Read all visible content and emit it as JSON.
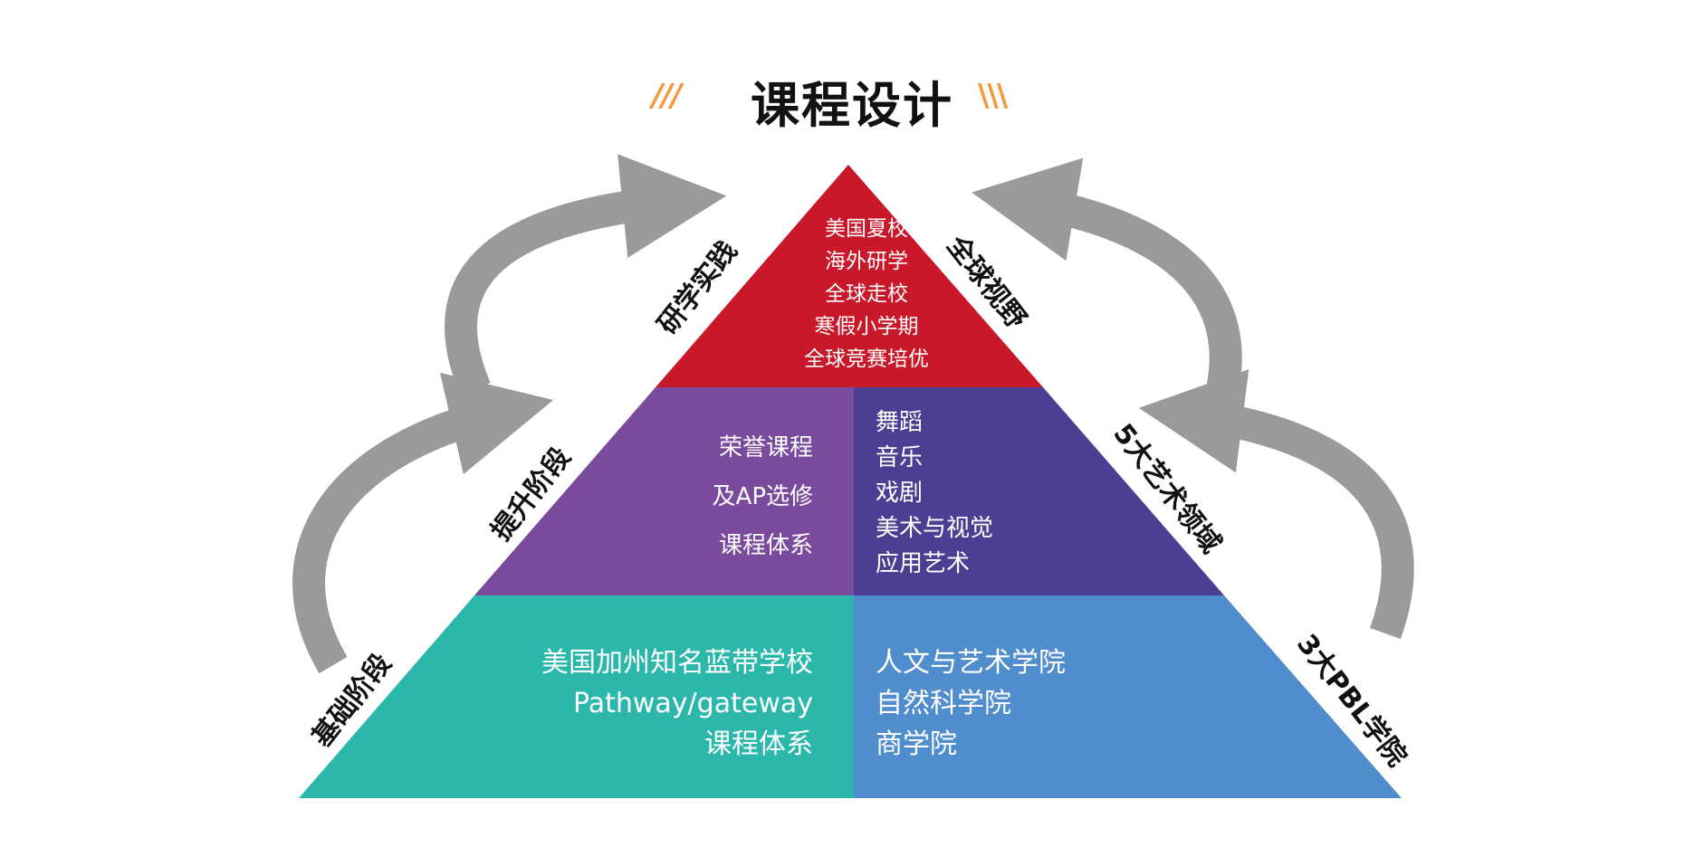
{
  "title": "课程设计",
  "decor": {
    "left_slashes": "///",
    "right_slashes": "\\\\\\"
  },
  "colors": {
    "top": "#c8182a",
    "middle_left": "#7a4a9c",
    "middle_right": "#4b3f94",
    "bottom_left": "#2bb7aa",
    "bottom_right": "#508dcc",
    "arrow": "#9a9a9a",
    "accent": "#f39a3c"
  },
  "pyramid": {
    "top": {
      "lines": [
        "美国夏校",
        "海外研学",
        "全球走校",
        "寒假小学期",
        "全球竞赛培优"
      ]
    },
    "middle_left": {
      "lines": [
        "荣誉课程",
        "及AP选修",
        "课程体系"
      ]
    },
    "middle_right": {
      "lines": [
        "舞蹈",
        "音乐",
        "戏剧",
        "美术与视觉",
        "应用艺术"
      ]
    },
    "bottom_left": {
      "lines": [
        "美国加州知名蓝带学校",
        "Pathway/gateway",
        "课程体系"
      ]
    },
    "bottom_right": {
      "lines": [
        "人文与艺术学院",
        "自然科学院",
        "商学院"
      ]
    }
  },
  "left_labels": [
    "研学实践",
    "提升阶段",
    "基础阶段"
  ],
  "right_labels": [
    "全球视野",
    "5大艺术领域",
    "3大PBL学院"
  ]
}
